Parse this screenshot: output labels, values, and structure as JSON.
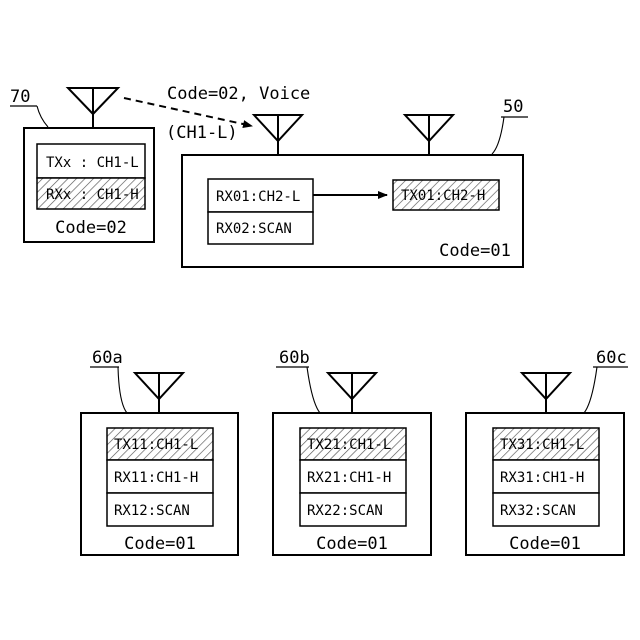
{
  "transmitter": {
    "ref": "70",
    "cells": [
      "TXx : CH1-L",
      "RXx : CH1-H"
    ],
    "code": "Code=02"
  },
  "signal": {
    "label": "Code=02, Voice",
    "sublabel": "(CH1-L)"
  },
  "relay": {
    "ref": "50",
    "rx_cells": [
      "RX01:CH2-L",
      "RX02:SCAN"
    ],
    "tx_cell": "TX01:CH2-H",
    "code": "Code=01"
  },
  "units": [
    {
      "ref": "60a",
      "cells": [
        "TX11:CH1-L",
        "RX11:CH1-H",
        "RX12:SCAN"
      ],
      "code": "Code=01"
    },
    {
      "ref": "60b",
      "cells": [
        "TX21:CH1-L",
        "RX21:CH1-H",
        "RX22:SCAN"
      ],
      "code": "Code=01"
    },
    {
      "ref": "60c",
      "cells": [
        "TX31:CH1-L",
        "RX31:CH1-H",
        "RX32:SCAN"
      ],
      "code": "Code=01"
    }
  ]
}
